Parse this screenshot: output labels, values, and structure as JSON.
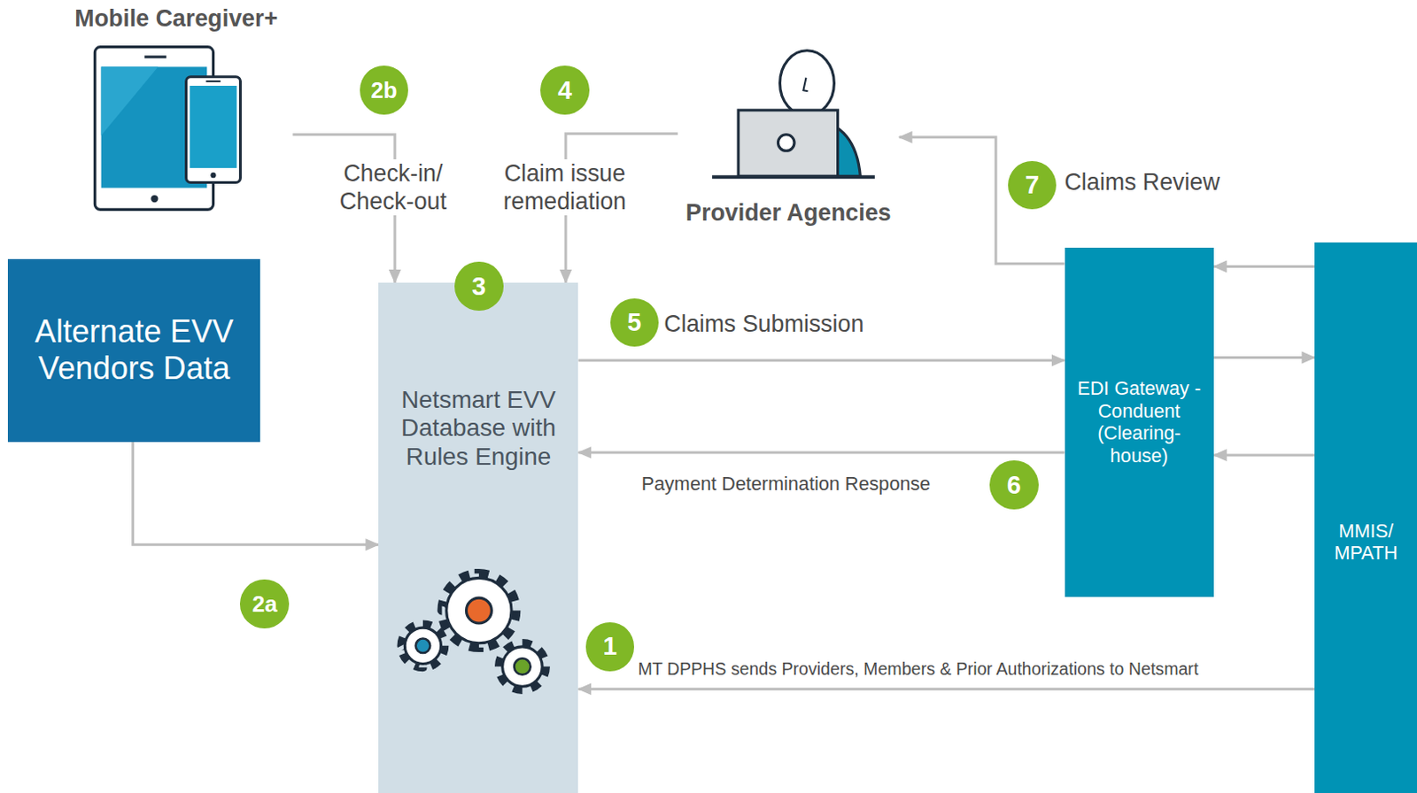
{
  "diagram": {
    "nodes": [
      {
        "text": [
          "Mobile Caregiver+"
        ]
      },
      {
        "text": [
          "Provider Agencies"
        ]
      },
      {
        "text": [
          "Alternate EVV Vendors Data"
        ]
      },
      {
        "text": [
          "Netsmart EVV Database with Rules Engine"
        ]
      },
      {
        "text": [
          "EDI Gateway - Conduent (Clearing-house)"
        ]
      },
      {
        "text": [
          "MMIS/ MPATH"
        ]
      }
    ],
    "edges": [
      {
        "from": 0,
        "to": 3,
        "label": "Check-in/ Check-out",
        "arrow": "to"
      },
      {
        "from": 1,
        "to": 3,
        "label": "Claim issue remediation",
        "arrow": "to"
      },
      {
        "from": 2,
        "to": 3,
        "arrow": "to"
      },
      {
        "from": 3,
        "to": 4,
        "label": "Claims Submission",
        "arrow": "to"
      },
      {
        "from": 4,
        "to": 3,
        "label": "Payment Determination Response",
        "arrow": "to"
      },
      {
        "from": 4,
        "to": 1,
        "label": "Claims Review",
        "arrow": "to"
      },
      {
        "from": 5,
        "to": 3,
        "label": "MT DPPHS sends Providers, Members & Prior Authorizations to Netsmart",
        "arrow": "to"
      },
      {
        "from": 5,
        "to": 4,
        "arrow": "to"
      },
      {
        "from": 4,
        "to": 5,
        "arrow": "to"
      },
      {
        "from": 5,
        "to": 4,
        "arrow": "to"
      }
    ],
    "labels": [
      "2b",
      "4",
      "3",
      "2a",
      "5",
      "6",
      "7",
      "1"
    ]
  }
}
